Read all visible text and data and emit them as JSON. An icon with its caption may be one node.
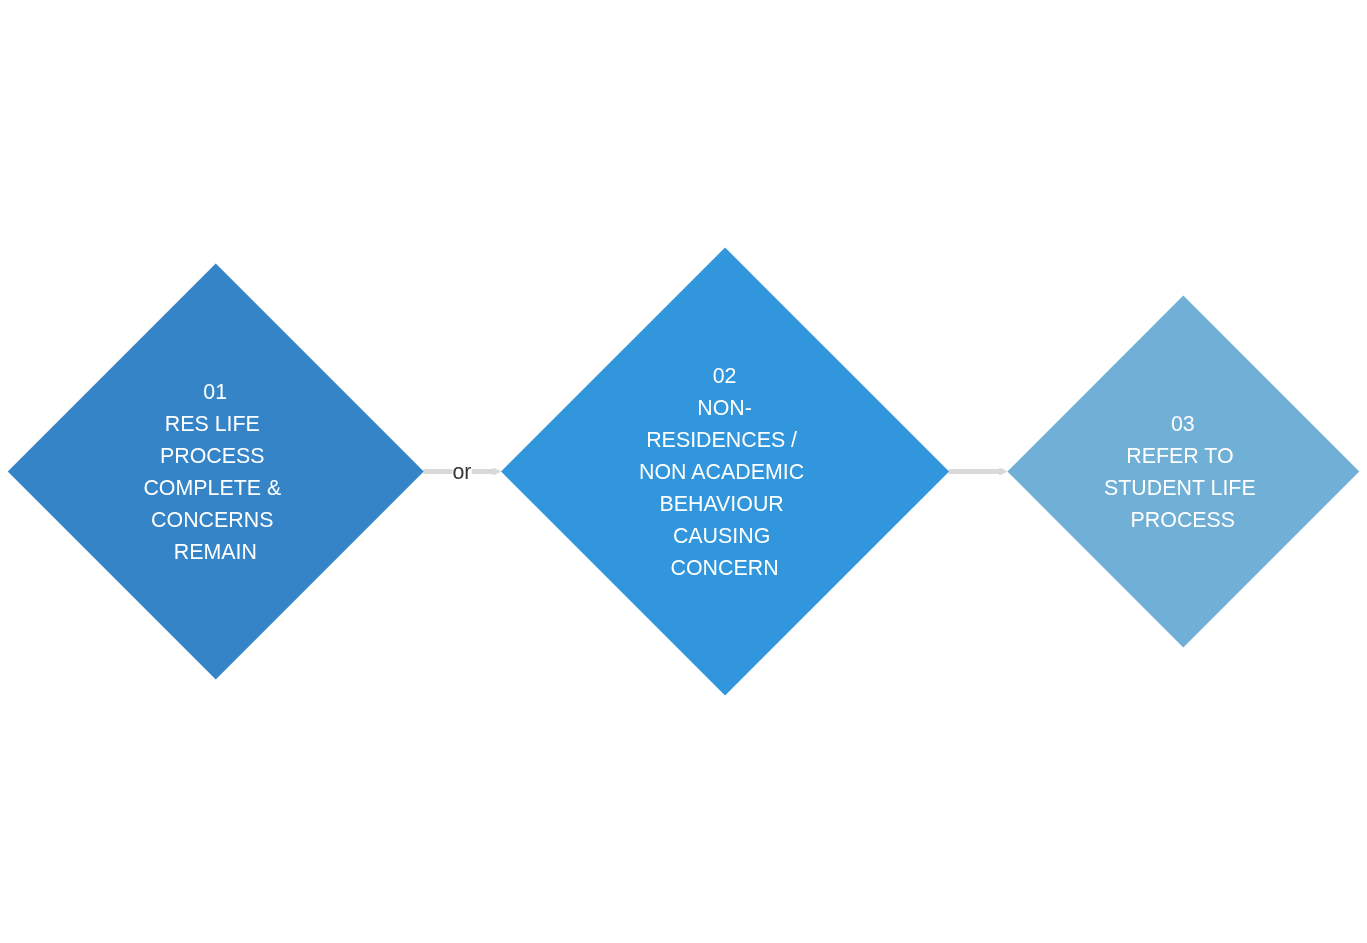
{
  "diagram": {
    "nodes": [
      {
        "text": [
          "01",
          "RES LIFE PROCESS COMPLETE & CONCERNS REMAIN"
        ]
      },
      {
        "text": [
          "02",
          "NON-RESIDENCES / NON ACADEMIC BEHAVIOUR CAUSING CONCERN"
        ]
      },
      {
        "text": [
          "03",
          "REFER TO STUDENT LIFE PROCESS"
        ]
      }
    ],
    "edges": [
      {
        "from": 0,
        "to": 1,
        "arrow": "to",
        "label": "or"
      },
      {
        "from": 1,
        "to": 2,
        "arrow": "to"
      }
    ]
  }
}
